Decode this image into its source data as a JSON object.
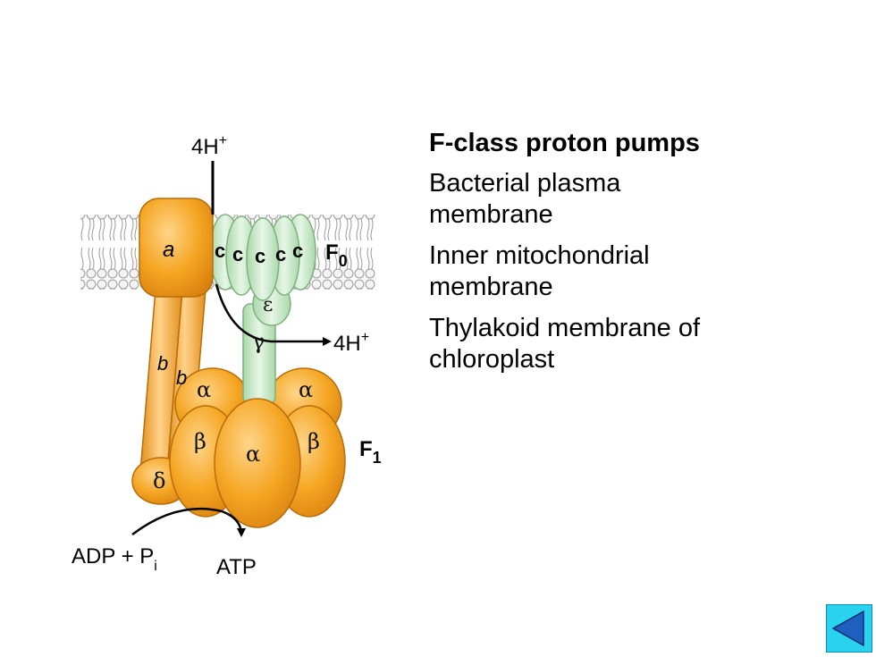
{
  "diagram": {
    "proton_in": "4H",
    "proton_in_sup": "+",
    "proton_out": "4H",
    "proton_out_sup": "+",
    "subunit_a": "a",
    "subunit_b1": "b",
    "subunit_b2": "b",
    "subunit_c": [
      "c",
      "c",
      "c",
      "c",
      "c"
    ],
    "subunit_epsilon": "ε",
    "subunit_gamma": "γ",
    "subunit_delta": "δ",
    "alpha": [
      "α",
      "α",
      "α"
    ],
    "beta": [
      "β",
      "β"
    ],
    "f0": "F",
    "f0_sub": "0",
    "f1": "F",
    "f1_sub": "1",
    "reactant": "ADP + P",
    "reactant_sub": "i",
    "product": "ATP"
  },
  "caption": {
    "title": "F-class proton pumps",
    "locations": [
      "Bacterial plasma membrane",
      "Inner mitochondrial membrane",
      "Thylakoid membrane of chloroplast"
    ]
  },
  "nav": {
    "back_icon": "left-triangle-icon"
  },
  "colors": {
    "orange": "#f5a623",
    "orange_dark": "#d9810f",
    "green": "#cdeccd",
    "green_dark": "#7fb07f",
    "membrane": "#c8c8c8",
    "nav_cyan": "#29d3f0",
    "nav_blue": "#1f5fbf"
  }
}
